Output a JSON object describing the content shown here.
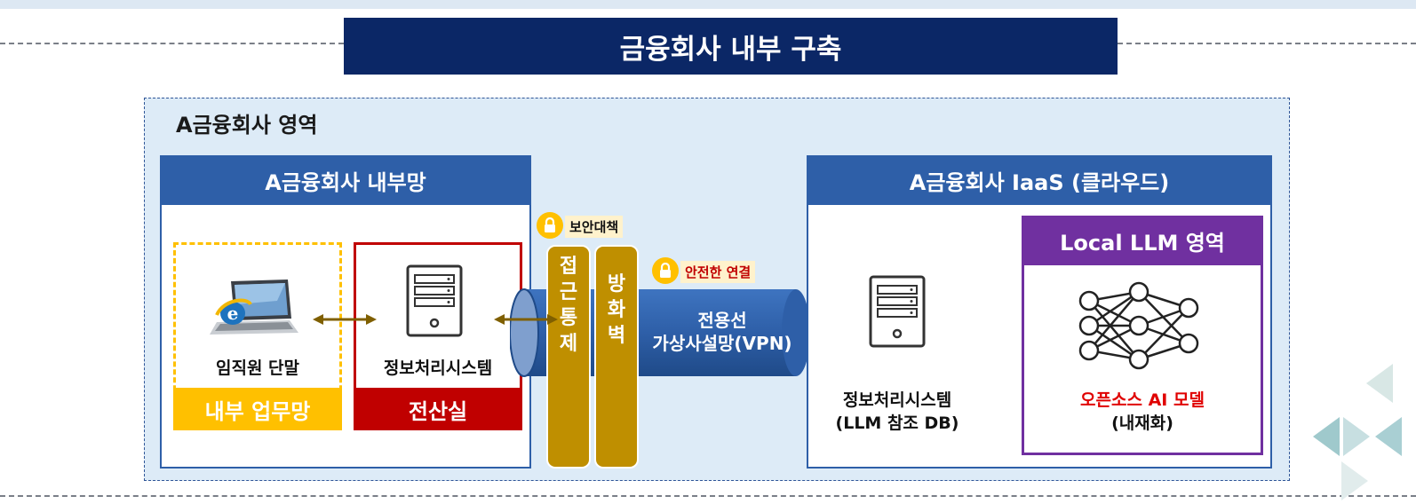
{
  "title": "금융회사 내부 구축",
  "region": {
    "title": "A금융회사 영역"
  },
  "internal": {
    "header": "A금융회사 내부망",
    "terminal": {
      "label": "임직원 단말",
      "zone": "내부 업무망"
    },
    "server": {
      "label": "정보처리시스템",
      "zone": "전산실"
    }
  },
  "security": {
    "badge": "보안대책",
    "pillars": [
      {
        "label": "접근통제"
      },
      {
        "label": "방화벽"
      }
    ]
  },
  "vpn": {
    "badge": "안전한 연결",
    "line1": "전용선",
    "line2": "가상사설망(VPN)"
  },
  "cloud": {
    "header": "A금융회사 IaaS (클라우드)",
    "server": {
      "line1": "정보처리시스템",
      "line2": "(LLM 참조 DB)"
    },
    "llm": {
      "header": "Local LLM 영역",
      "line1": "오픈소스 AI 모델",
      "line2": "(내재화)"
    }
  },
  "colors": {
    "navy": "#0b2766",
    "panel_blue": "#2e5fa8",
    "zone_yellow": "#ffc000",
    "zone_red": "#c00000",
    "pillar_gold": "#bf8f00",
    "llm_purple": "#7030a0",
    "model_red": "#e00000",
    "arrow_brown": "#7f5f00"
  },
  "icons": [
    "laptop-icon",
    "server-icon",
    "lock-icon",
    "neural-network-icon"
  ]
}
